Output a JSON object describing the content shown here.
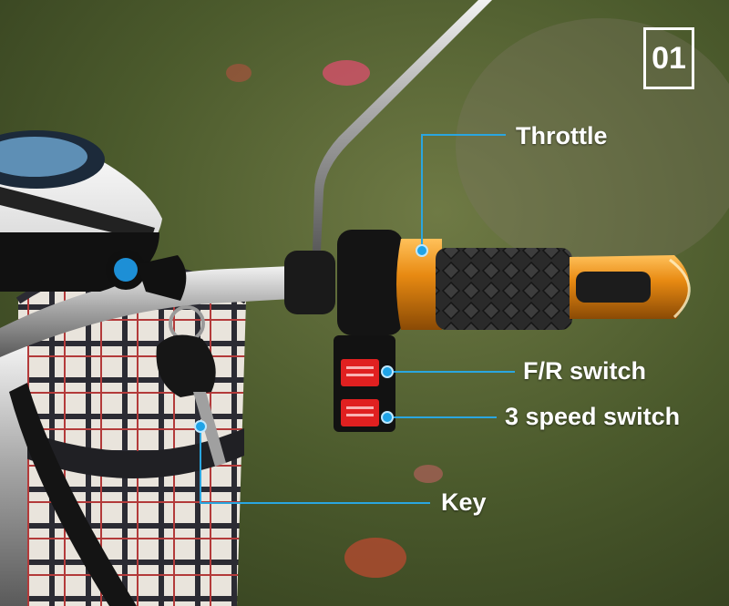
{
  "badge": {
    "number": "01"
  },
  "labels": {
    "throttle": "Throttle",
    "fr_switch": "F/R switch",
    "speed_switch": "3 speed switch",
    "key": "Key"
  },
  "colors": {
    "callout_line": "#2aa6e0",
    "callout_dot": "#1fa3e6",
    "grip_orange": "#e88a12",
    "switch_red": "#e02020"
  }
}
